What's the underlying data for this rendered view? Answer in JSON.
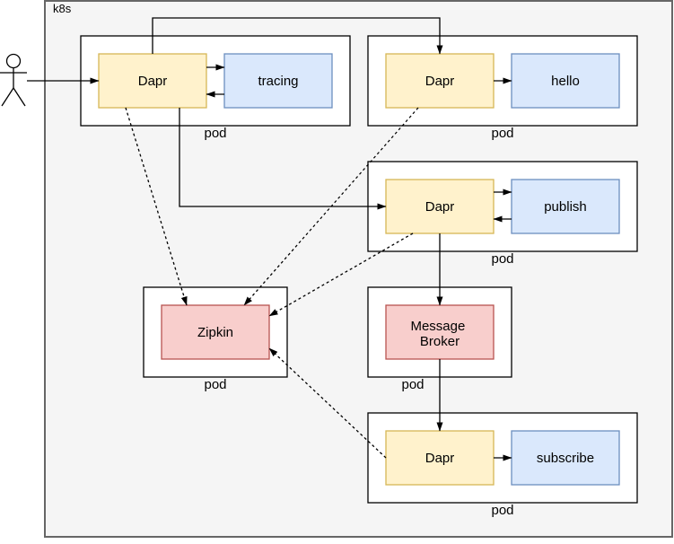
{
  "container": {
    "label": "k8s"
  },
  "icons": {
    "actor": "stick-figure-user"
  },
  "pods": [
    {
      "name": "tracing-pod",
      "label": "pod",
      "nodes": [
        {
          "name": "dapr-sidecar",
          "label": "Dapr",
          "fill": "#FFF2CC"
        },
        {
          "name": "tracing-app",
          "label": "tracing",
          "fill": "#DAE8FC"
        }
      ]
    },
    {
      "name": "hello-pod",
      "label": "pod",
      "nodes": [
        {
          "name": "dapr-sidecar",
          "label": "Dapr",
          "fill": "#FFF2CC"
        },
        {
          "name": "hello-app",
          "label": "hello",
          "fill": "#DAE8FC"
        }
      ]
    },
    {
      "name": "publish-pod",
      "label": "pod",
      "nodes": [
        {
          "name": "dapr-sidecar",
          "label": "Dapr",
          "fill": "#FFF2CC"
        },
        {
          "name": "publish-app",
          "label": "publish",
          "fill": "#DAE8FC"
        }
      ]
    },
    {
      "name": "zipkin-pod",
      "label": "pod",
      "nodes": [
        {
          "name": "zipkin",
          "label": "Zipkin",
          "fill": "#F8CECC"
        }
      ]
    },
    {
      "name": "message-broker-pod",
      "label": "pod",
      "nodes": [
        {
          "name": "message-broker",
          "label": "Message Broker",
          "lines": [
            "Message",
            "Broker"
          ],
          "fill": "#F8CECC"
        }
      ]
    },
    {
      "name": "subscribe-pod",
      "label": "pod",
      "nodes": [
        {
          "name": "dapr-sidecar",
          "label": "Dapr",
          "fill": "#FFF2CC"
        },
        {
          "name": "subscribe-app",
          "label": "subscribe",
          "fill": "#DAE8FC"
        }
      ]
    }
  ],
  "edges": [
    {
      "from": "user",
      "to": "tracing-pod.dapr",
      "style": "solid"
    },
    {
      "from": "tracing-pod.dapr",
      "to": "tracing-pod.tracing",
      "style": "solid"
    },
    {
      "from": "tracing-pod.tracing",
      "to": "tracing-pod.dapr",
      "style": "solid"
    },
    {
      "from": "tracing-pod.dapr",
      "to": "hello-pod.dapr",
      "style": "solid"
    },
    {
      "from": "hello-pod.dapr",
      "to": "hello-pod.hello",
      "style": "solid"
    },
    {
      "from": "tracing-pod.dapr",
      "to": "publish-pod.dapr",
      "style": "solid"
    },
    {
      "from": "publish-pod.dapr",
      "to": "publish-pod.publish",
      "style": "solid"
    },
    {
      "from": "publish-pod.publish",
      "to": "publish-pod.dapr",
      "style": "solid"
    },
    {
      "from": "publish-pod.dapr",
      "to": "message-broker-pod.message-broker",
      "style": "solid"
    },
    {
      "from": "message-broker-pod.message-broker",
      "to": "subscribe-pod.dapr",
      "style": "solid"
    },
    {
      "from": "subscribe-pod.dapr",
      "to": "subscribe-pod.subscribe",
      "style": "solid"
    },
    {
      "from": "tracing-pod.dapr",
      "to": "zipkin-pod.zipkin",
      "style": "dashed"
    },
    {
      "from": "hello-pod.dapr",
      "to": "zipkin-pod.zipkin",
      "style": "dashed"
    },
    {
      "from": "publish-pod.dapr",
      "to": "zipkin-pod.zipkin",
      "style": "dashed"
    },
    {
      "from": "subscribe-pod.dapr",
      "to": "zipkin-pod.zipkin",
      "style": "dashed"
    }
  ],
  "colors": {
    "page_background": "#FFFFFF",
    "container_fill": "#F5F5F5",
    "container_stroke": "#666666",
    "pod_fill": "#FFFFFF",
    "pod_stroke": "#000000",
    "dapr_fill": "#FFF2CC",
    "dapr_stroke": "#D6B656",
    "app_fill": "#DAE8FC",
    "app_stroke": "#6C8EBF",
    "infra_fill": "#F8CECC",
    "infra_stroke": "#B85450",
    "edge_stroke": "#000000",
    "text": "#000000"
  }
}
